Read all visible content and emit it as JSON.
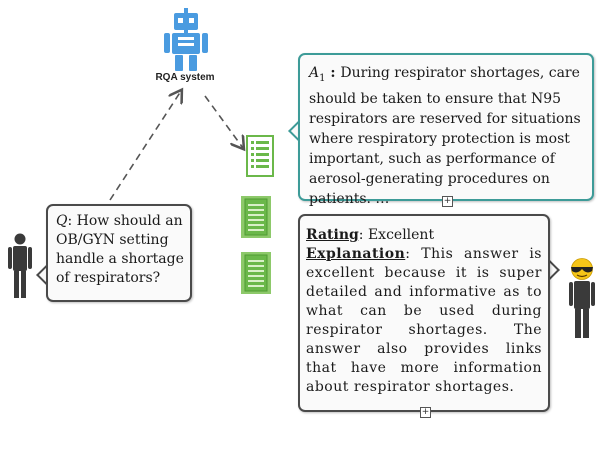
{
  "system": {
    "label": "RQA system"
  },
  "question": {
    "prefix": "Q",
    "text": ": How should an OB/GYN setting handle a shortage of respirators?"
  },
  "answer": {
    "prefix": "A",
    "prefix_sub": "1",
    "colon": " : ",
    "text": "During respirator shortages, care should be taken to ensure that N95 respirators are reserved for situations where respiratory protection is most important, such as performance of aerosol-generating procedures on patients. …"
  },
  "rating": {
    "label": "Rating",
    "value": ": Excellent",
    "explanation_label": "Explanation",
    "explanation_text": ": This answer is excellent because it is super detailed and informative as to what can be used during respirator shortages. The answer also provides links that have more information about respirator shortages."
  },
  "colors": {
    "robot": "#4a9be0",
    "doc_green": "#6bb84a",
    "answer_border": "#3d9b98",
    "person": "#3a3a3a",
    "emoji": "#f5c518"
  },
  "icons": [
    "robot-icon",
    "document-icon",
    "person-icon",
    "sunglasses-emoji-icon",
    "expand-icon"
  ]
}
